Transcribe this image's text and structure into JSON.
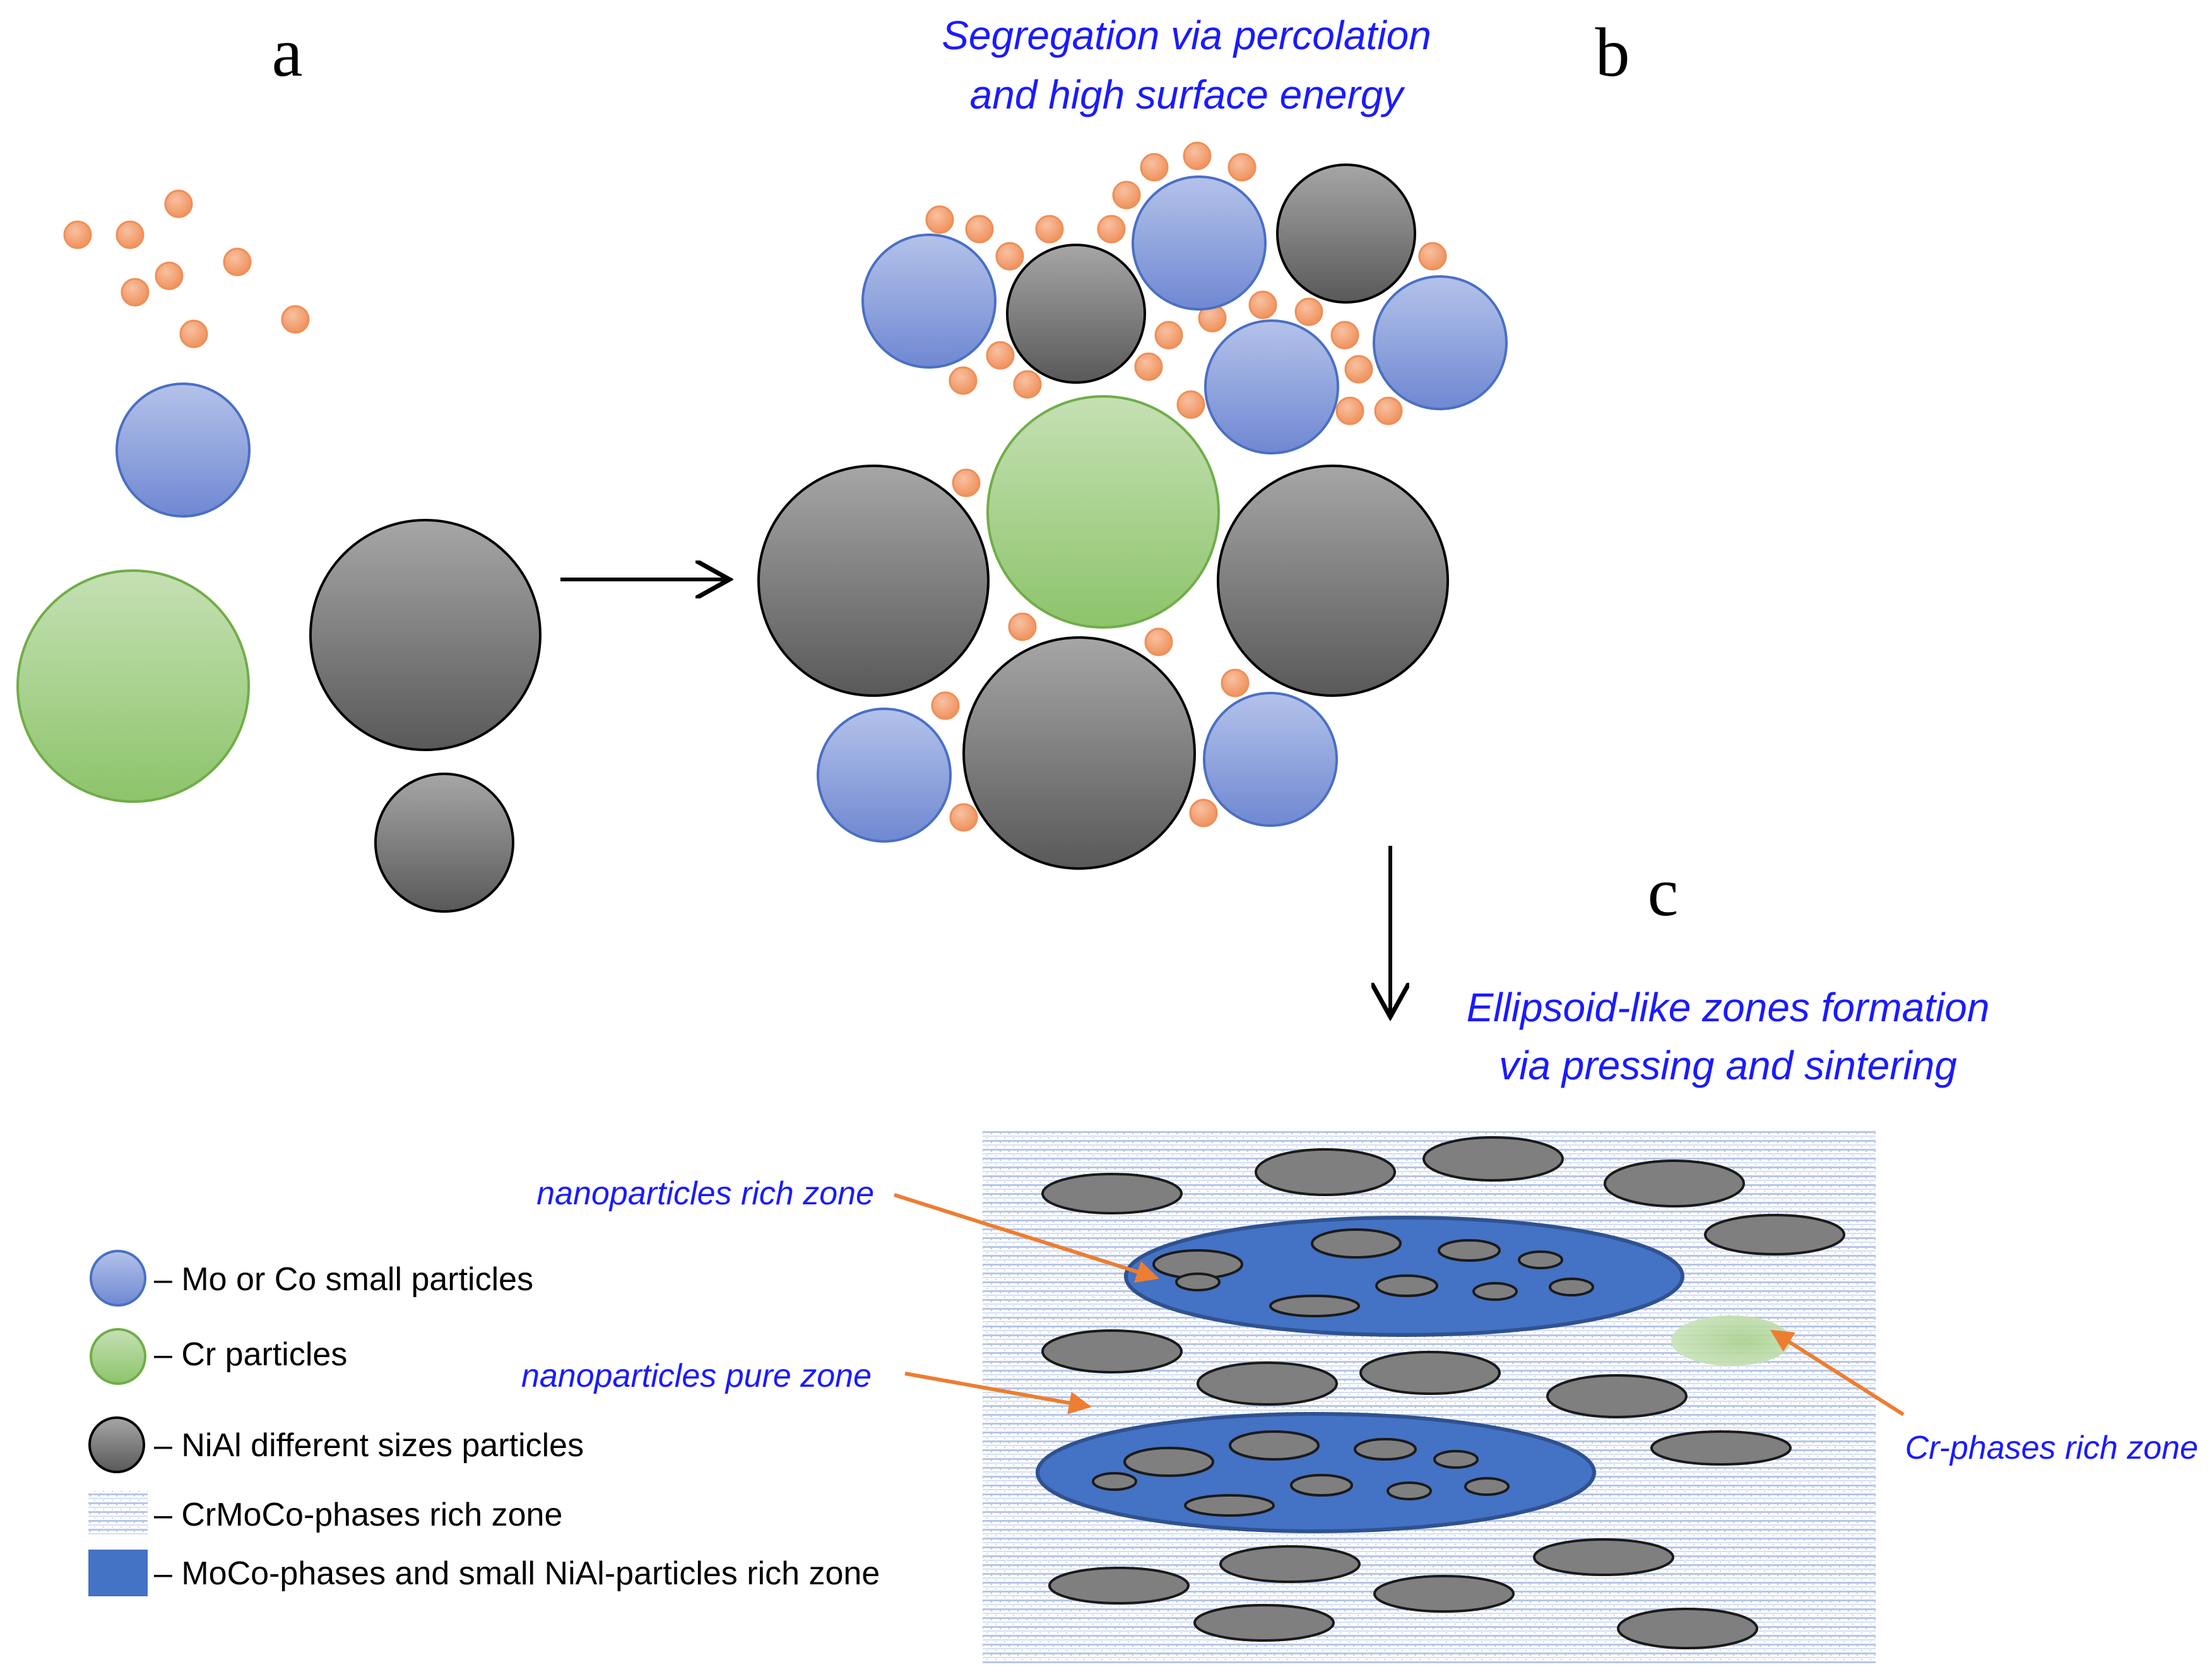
{
  "panel_labels": {
    "a": "a",
    "b": "b",
    "c": "c"
  },
  "captions": {
    "b_line1": "Segregation via percolation",
    "b_line2": "and high surface energy",
    "c_line1": "Ellipsoid-like zones formation",
    "c_line2": "via pressing and sintering"
  },
  "annotations": {
    "nano_rich": "nanoparticles rich zone",
    "nano_pure": "nanoparticles pure zone",
    "cr_rich": "Cr-phases rich zone"
  },
  "legend": [
    {
      "label": "– Mo or Co small particles",
      "symbol": "blue-circle"
    },
    {
      "label": "– Cr particles",
      "symbol": "green-circle"
    },
    {
      "label": "– NiAl different sizes particles",
      "symbol": "gray-circle"
    },
    {
      "label": "– CrMoCo-phases rich zone",
      "symbol": "hatched-rect"
    },
    {
      "label": "– MoCo-phases and small NiAl-particles rich zone",
      "symbol": "blue-rect"
    }
  ],
  "colors": {
    "caption_text": "#1a1aff",
    "arrow_orange": "#ed7d31",
    "mo_co_blue": "#8ea4dd",
    "cr_green": "#a9d18e",
    "nial_gray": "#7f7f7f",
    "zone_blue": "#4472c4",
    "orange_particle": "#f4a582"
  }
}
